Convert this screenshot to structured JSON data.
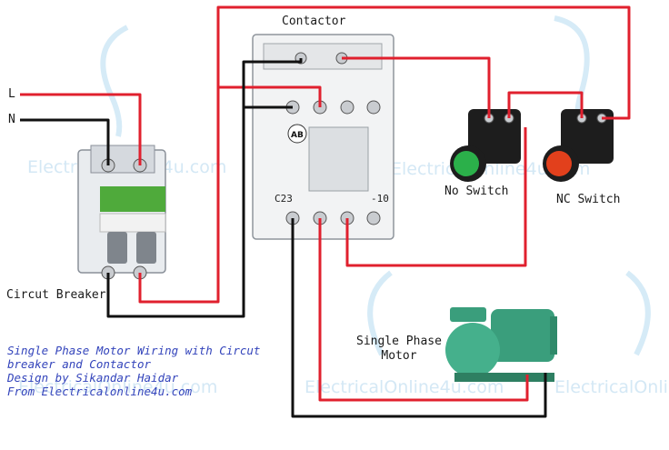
{
  "title": "Single Phase Motor Wiring with Circut breaker and Contactor",
  "labels": {
    "contactor": "Contactor",
    "line": "L",
    "neutral": "N",
    "no_switch": "No Switch",
    "nc_switch": "NC Switch",
    "circuit_breaker": "Circut Breaker",
    "motor": "Single Phase\nMotor"
  },
  "credit": {
    "line1": "Single Phase Motor Wiring with Circut",
    "line2": "breaker and Contactor",
    "line3": "Design by Sikandar Haidar",
    "line4": "From Electricalonline4u.com"
  },
  "watermark": "ElectricalOnline4u.com",
  "device_marks": {
    "contactor_brand": "AB",
    "contactor_model": "C23",
    "contactor_contact": "-10"
  },
  "colors": {
    "live_wire": "#e0202e",
    "neutral_wire": "#111111",
    "watermark": "#cfe6f5",
    "credit_text": "#3344bb",
    "motor_body": "#3fae8a",
    "no_button": "#2bb04a",
    "nc_button": "#e2401c"
  }
}
